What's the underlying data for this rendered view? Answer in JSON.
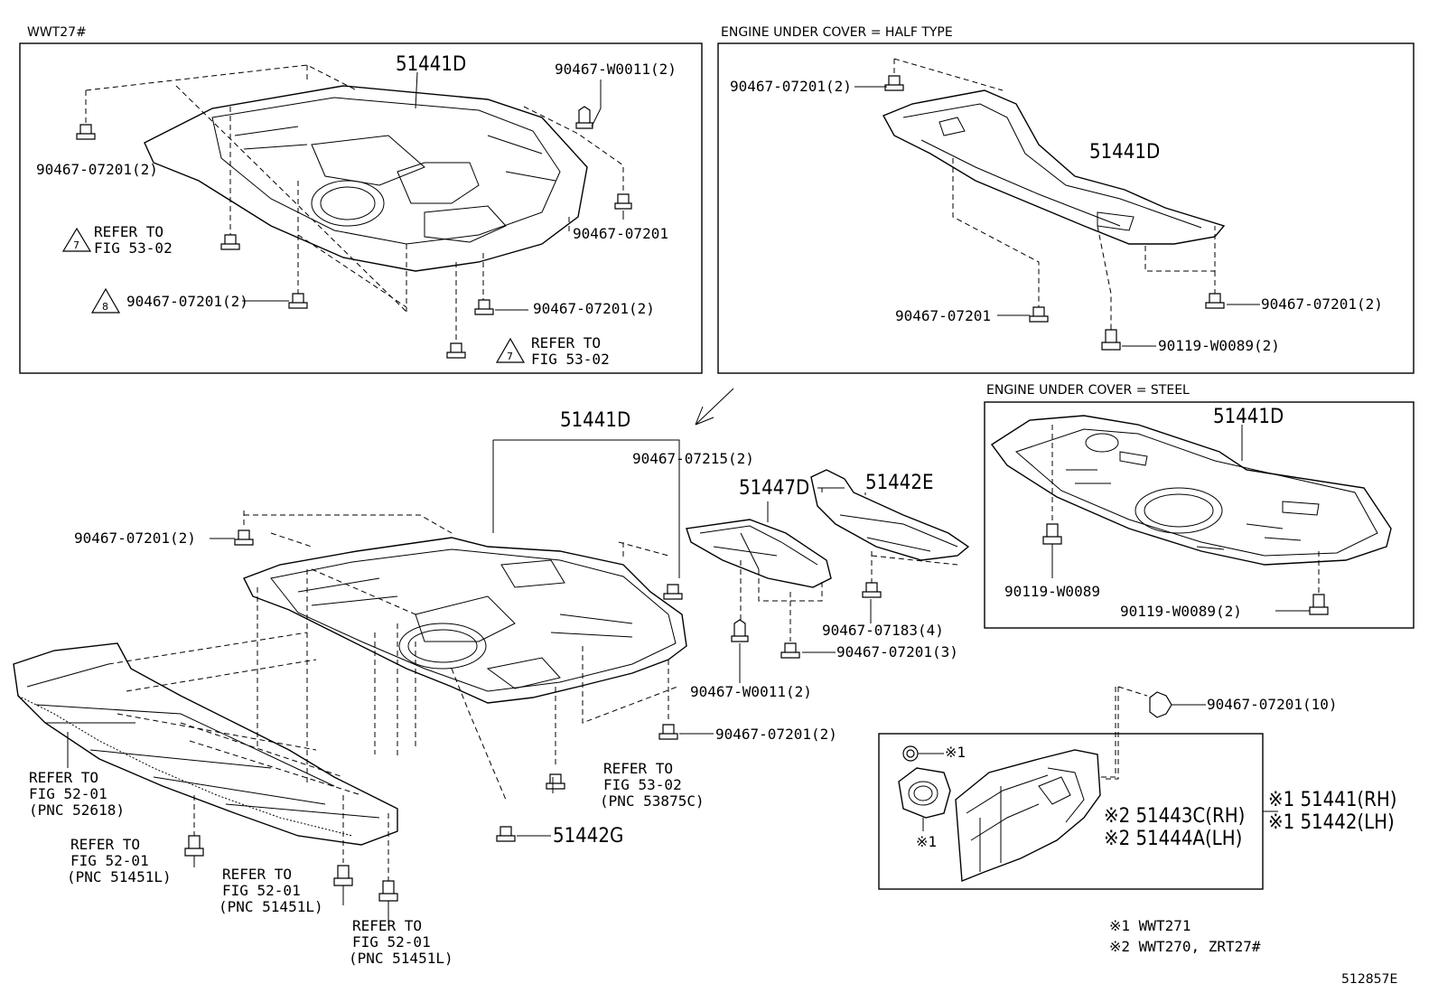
{
  "figure_id": "512857E",
  "panels": {
    "wwt27": {
      "header": "WWT27#",
      "main_part": "51441D",
      "labels": {
        "w0011": "90467-W0011(2)",
        "left_clip": "90467-07201(2)",
        "right_clip": "90467-07201",
        "lower_left_clip": "90467-07201(2)",
        "lower_right_clip": "90467-07201(2)"
      },
      "refer_a": {
        "symbol": "7",
        "line1": "REFER TO",
        "line2": "FIG 53-02"
      },
      "refer_b": {
        "symbol": "7",
        "line1": "REFER TO",
        "line2": "FIG 53-02"
      },
      "note8_symbol": "8"
    },
    "half_type": {
      "header": "ENGINE UNDER COVER = HALF TYPE",
      "main_part": "51441D",
      "labels": {
        "top_clip": "90467-07201(2)",
        "bottom_clip": "90467-07201",
        "right_clip": "90467-07201(2)",
        "bolt": "90119-W0089(2)"
      }
    },
    "steel": {
      "header": "ENGINE UNDER COVER = STEEL",
      "main_part": "51441D",
      "labels": {
        "bolt_left": "90119-W0089",
        "bolt_right": "90119-W0089(2)"
      }
    },
    "main": {
      "main_part": "51441D",
      "labels": {
        "clip_07215": "90467-07215(2)",
        "left_clip": "90467-07201(2)",
        "part_51447d": "51447D",
        "part_51442e": "51442E",
        "clip_07183": "90467-07183(4)",
        "clip_07201_3": "90467-07201(3)",
        "clip_w0011": "90467-W0011(2)",
        "clip_07201_2": "90467-07201(2)",
        "part_51442g": "51442G"
      },
      "refer_53": {
        "line1": "REFER TO",
        "line2": "FIG 53-02",
        "line3": "(PNC 53875C)"
      },
      "refer_52618": {
        "line1": "REFER TO",
        "line2": "FIG 52-01",
        "line3": "(PNC 52618)"
      },
      "refer_51451_a": {
        "line1": "REFER TO",
        "line2": "FIG 52-01",
        "line3": "(PNC 51451L)"
      },
      "refer_51451_b": {
        "line1": "REFER TO",
        "line2": "FIG 52-01",
        "line3": "(PNC 51451L)"
      },
      "refer_51451_c": {
        "line1": "REFER TO",
        "line2": "FIG 52-01",
        "line3": "(PNC 51451L)"
      }
    },
    "side_cover": {
      "clip_top": "90467-07201(10)",
      "mark1_a": "※1",
      "mark1_b": "※1",
      "rh_inner": "※2 51443C(RH)",
      "lh_inner": "※2 51444A(LH)",
      "rh_outer": "※1 51441(RH)",
      "lh_outer": "※1 51442(LH)"
    }
  },
  "footnotes": {
    "note1": "※1 WWT271",
    "note2": "※2 WWT270, ZRT27#"
  }
}
